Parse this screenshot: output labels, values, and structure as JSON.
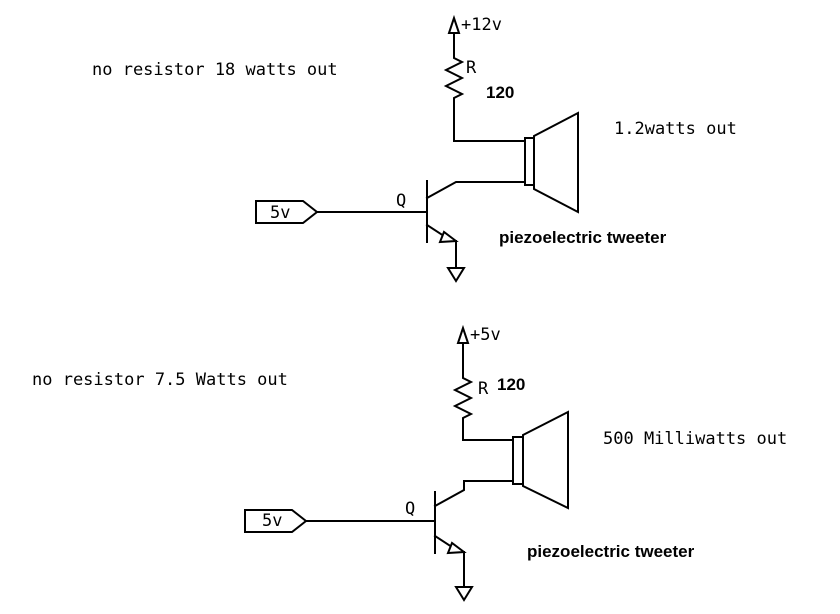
{
  "circuits": [
    {
      "note": "no  resistor  18 watts out",
      "supply": "+12v",
      "resistor_label": "R",
      "resistor_value": "120",
      "output": "1.2watts out",
      "input": "5v",
      "transistor_label": "Q",
      "speaker_label": "piezoelectric tweeter"
    },
    {
      "note": "no  resistor  7.5 Watts out",
      "supply": "+5v",
      "resistor_label": "R",
      "resistor_value": "120",
      "output": "500 Milliwatts out",
      "input": "5v",
      "transistor_label": "Q",
      "speaker_label": "piezoelectric tweeter"
    }
  ]
}
